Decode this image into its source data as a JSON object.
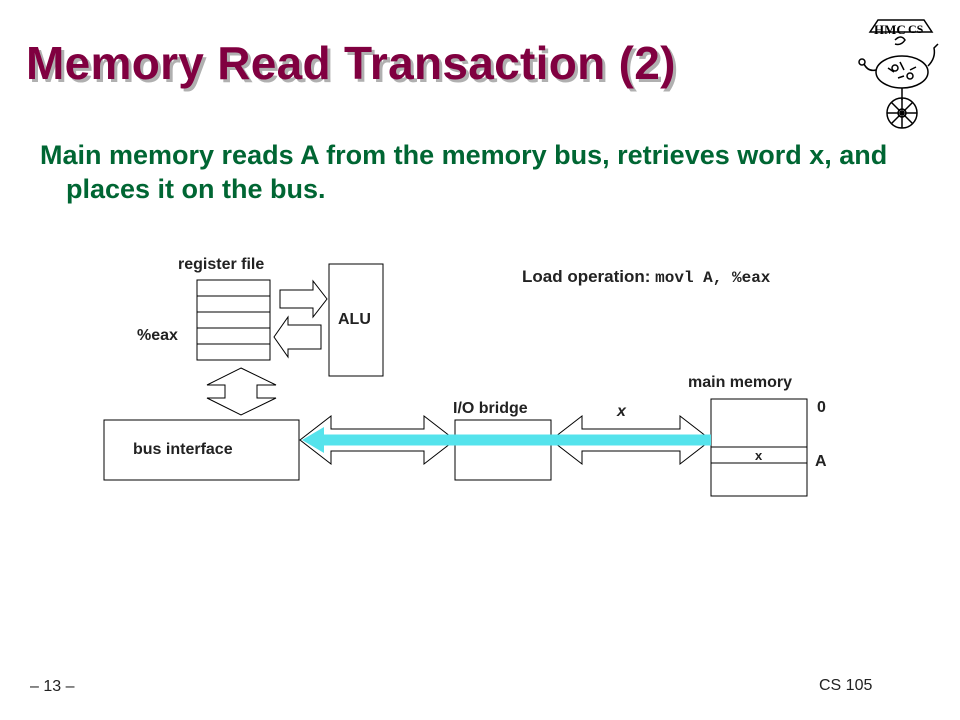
{
  "slide": {
    "title": "Memory Read Transaction (2)",
    "subtitle": "Main memory reads A from the memory bus, retrieves word x, and places it on the bus."
  },
  "diagram": {
    "register_file_label": "register file",
    "eax_label": "%eax",
    "alu_label": "ALU",
    "load_operation_prefix": "Load operation: ",
    "load_operation_code": "movl A, %eax",
    "main_memory_label": "main memory",
    "address_zero": "0",
    "address_a": "A",
    "memory_cell_value": "x",
    "io_bridge_label": "I/O bridge",
    "bus_value_label": "x",
    "bus_interface_label": "bus interface",
    "colors": {
      "data_transfer_arrow": "#55e3ec",
      "title": "#800040",
      "subtitle": "#006633"
    }
  },
  "footer": {
    "page_number": "– 13 –",
    "course": "CS 105"
  },
  "logo": {
    "text": "HMC CS",
    "icon": "robot-on-unicycle-logo-icon"
  }
}
